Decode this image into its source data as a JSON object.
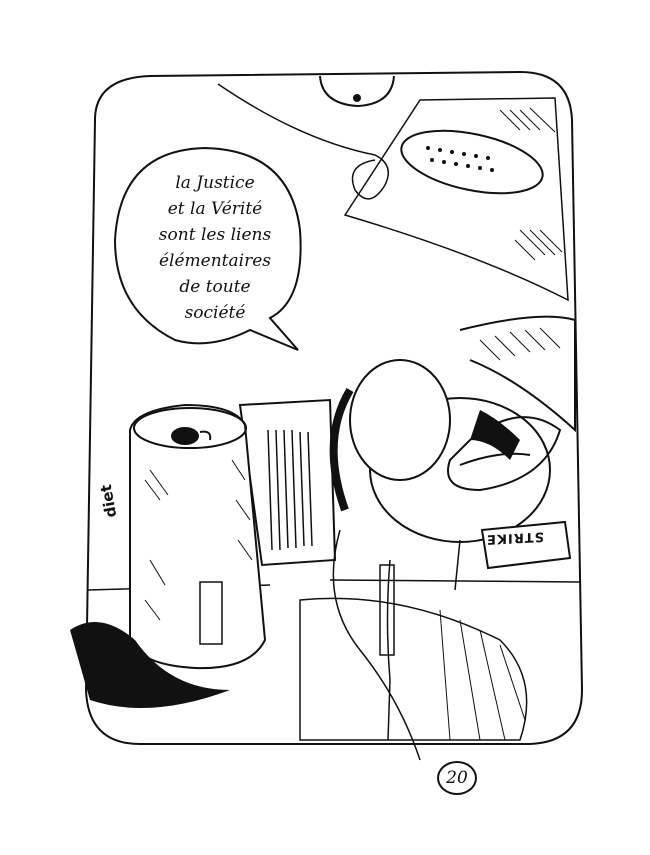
{
  "page": {
    "type": "comic-panel",
    "number": "20"
  },
  "speech_bubble": {
    "lines": [
      "la Justice",
      "et la Vérité",
      "sont les liens",
      "élémentaires",
      "de toute",
      "société"
    ]
  },
  "labels": {
    "strike_tag": "STRIKE",
    "can_text": "diet"
  },
  "colors": {
    "ink": "#111111",
    "paper": "#ffffff"
  }
}
